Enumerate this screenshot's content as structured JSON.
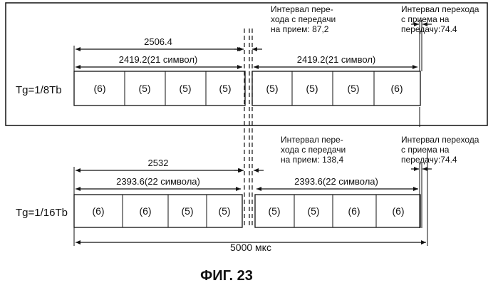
{
  "section1": {
    "tg_label": "Tg=1/8Tb",
    "total_left": "2506.4",
    "left_segment": "2419.2(21 символ)",
    "right_segment": "2419.2(21 символ)",
    "gap_label_lines": [
      "Интервал пере-",
      "хода с передачи",
      "на прием: 87,2"
    ],
    "right_label_lines": [
      "Интервал перехода",
      "с приема на",
      "передачу:74.4"
    ],
    "cells": [
      "(6)",
      "(5)",
      "(5)",
      "(5)",
      "(5)",
      "(5)",
      "(5)",
      "(6)"
    ]
  },
  "section2": {
    "tg_label": "Tg=1/16Tb",
    "total_left": "2532",
    "left_segment": "2393.6(22 символа)",
    "right_segment": "2393.6(22 символа)",
    "gap_label_lines": [
      "Интервал пере-",
      "хода с передачи",
      "на прием: 138,4"
    ],
    "right_label_lines": [
      "Интервал перехода",
      "с приема на",
      "передачу:74.4"
    ],
    "cells": [
      "(6)",
      "(6)",
      "(5)",
      "(5)",
      "(5)",
      "(5)",
      "(6)",
      "(6)"
    ]
  },
  "total_duration": "5000 мкс",
  "figure_caption": "ФИГ. 23"
}
